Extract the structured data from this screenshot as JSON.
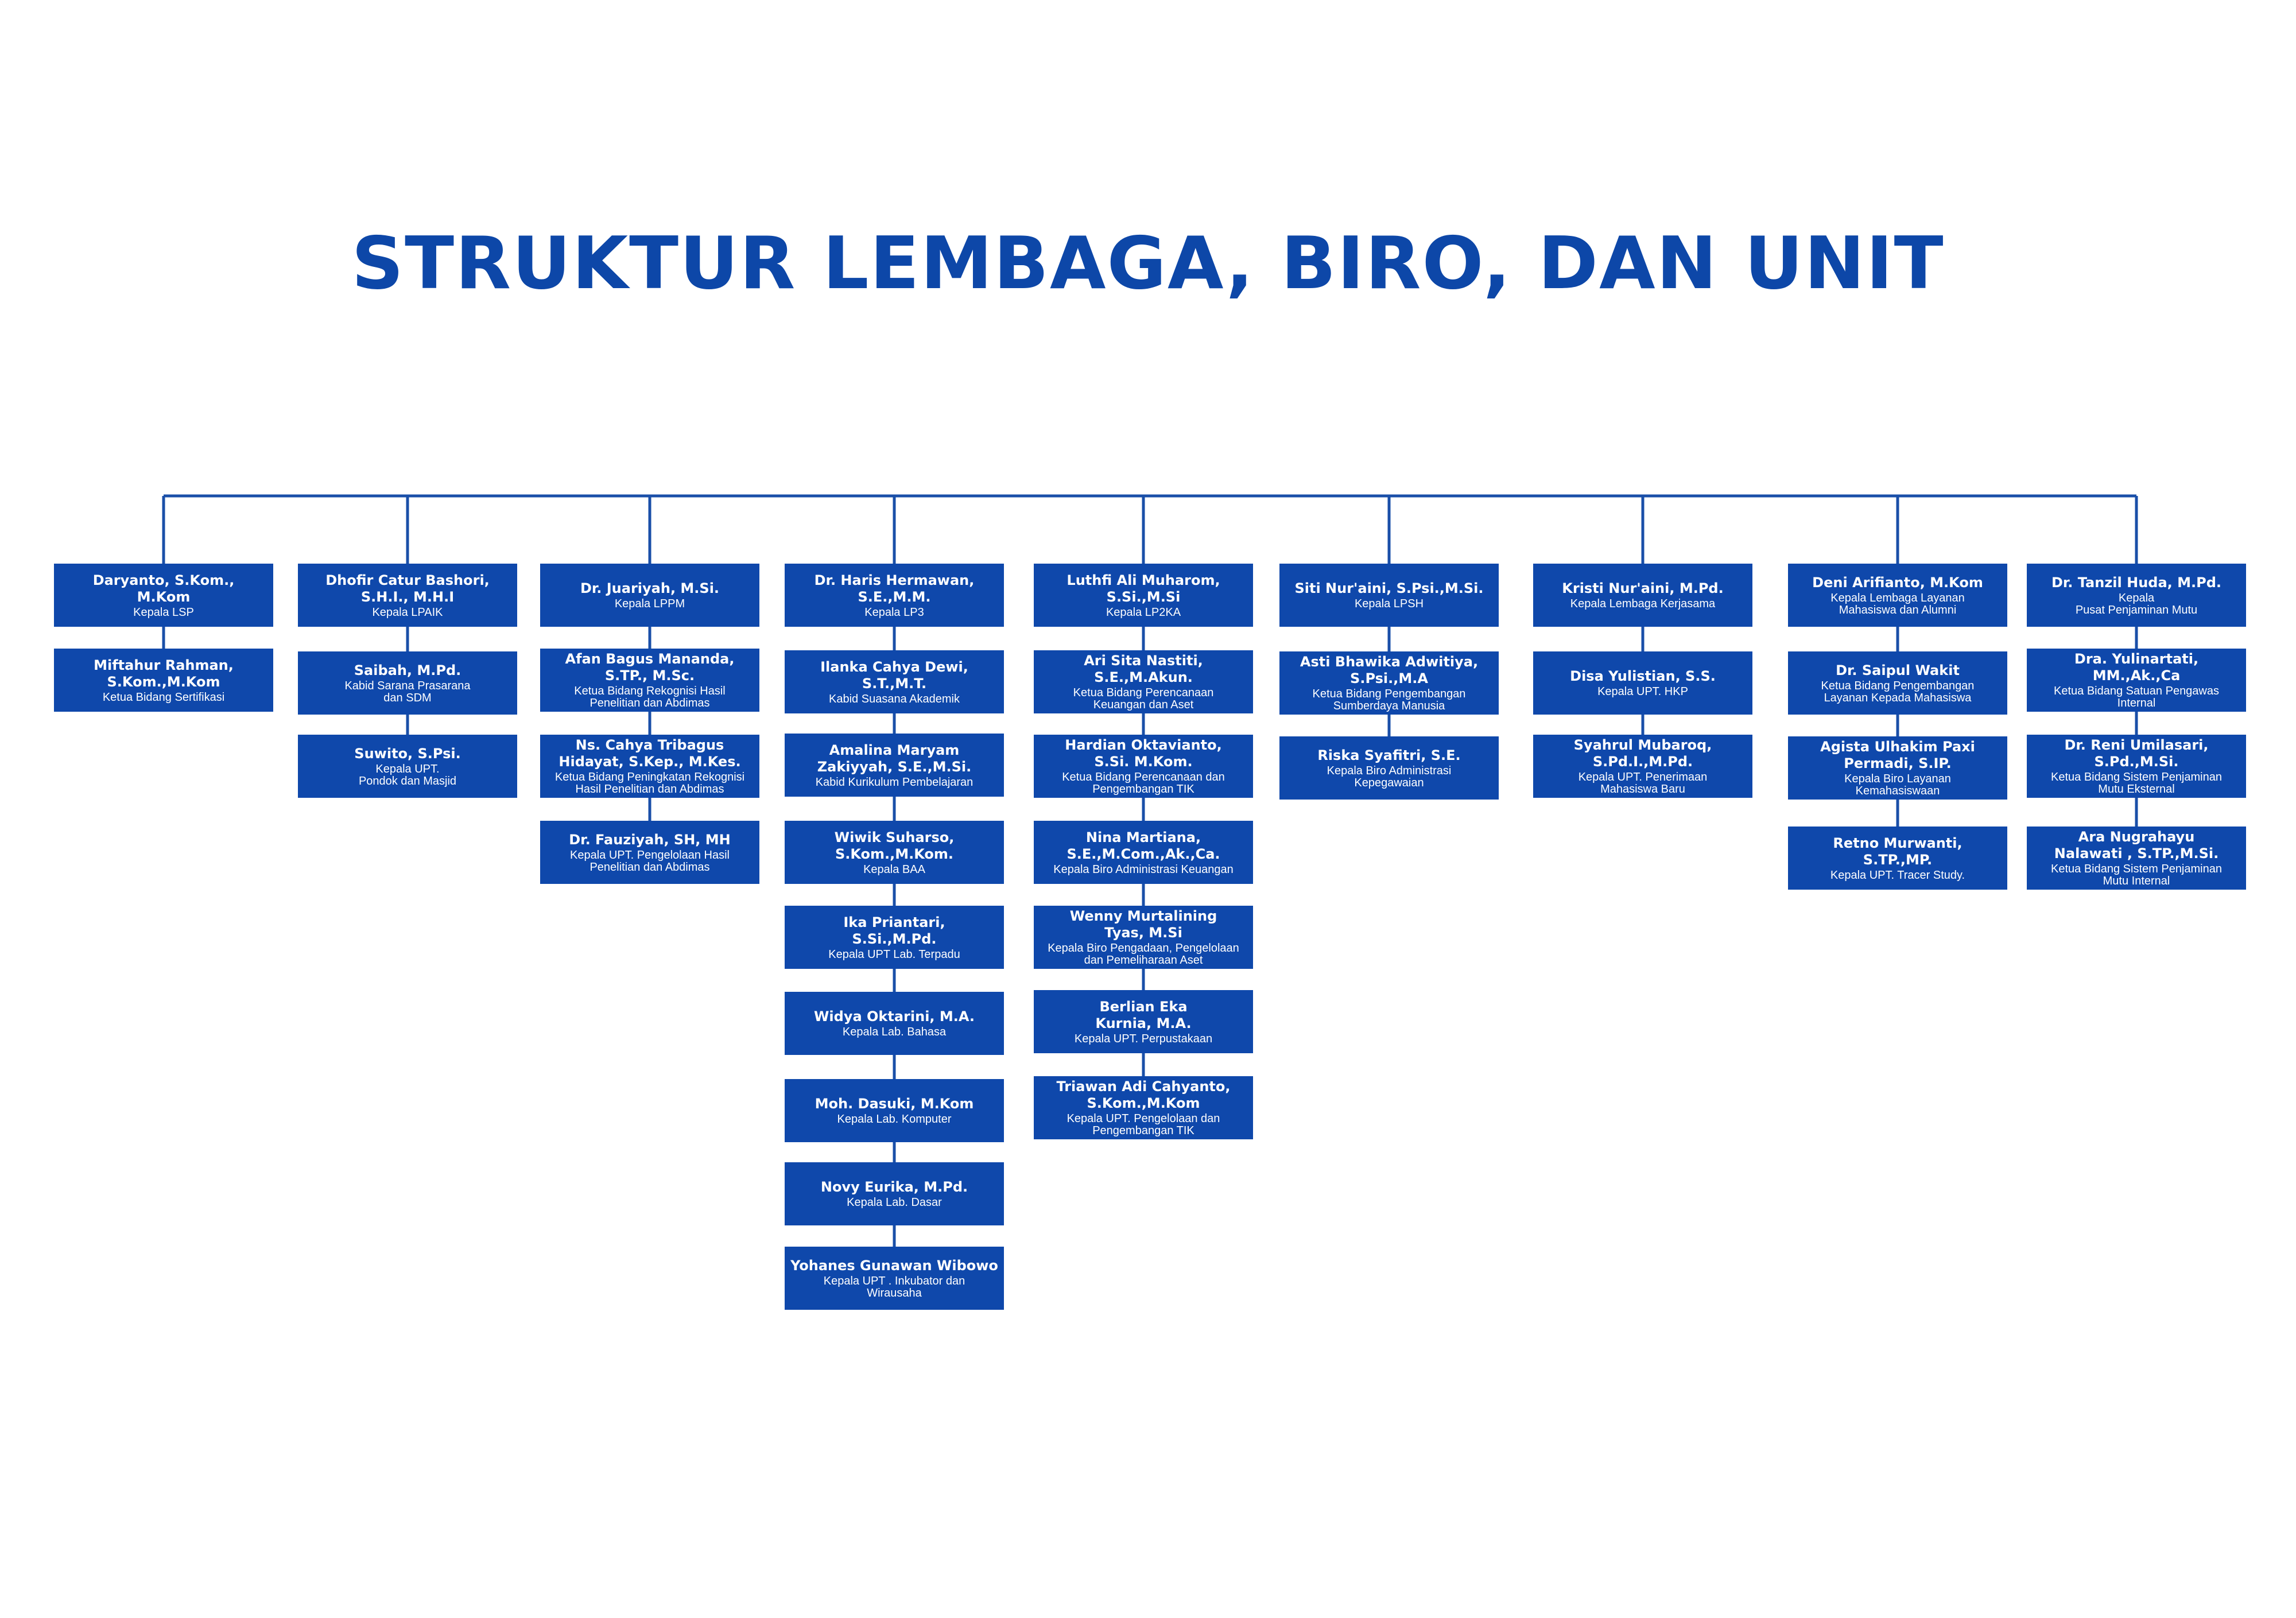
{
  "title": "STRUKTUR LEMBAGA, BIRO, DAN UNIT",
  "colors": {
    "box": "#0f48ab",
    "line": "#1a4fa8",
    "title": "#0d47a8"
  },
  "columns": [
    {
      "units": [
        {
          "name": "Daryanto, S.Kom.,\nM.Kom",
          "role": "Kepala LSP"
        },
        {
          "name": "Miftahur Rahman,\nS.Kom.,M.Kom",
          "role": "Ketua Bidang Sertifikasi"
        }
      ]
    },
    {
      "units": [
        {
          "name": "Dhofir Catur Bashori,\nS.H.I., M.H.I",
          "role": "Kepala LPAIK"
        },
        {
          "name": "Saibah, M.Pd.",
          "role": "Kabid Sarana Prasarana\ndan SDM"
        },
        {
          "name": "Suwito, S.Psi.",
          "role": "Kepala UPT.\nPondok dan Masjid"
        }
      ]
    },
    {
      "units": [
        {
          "name": "Dr. Juariyah, M.Si.",
          "role": "Kepala LPPM"
        },
        {
          "name": "Afan Bagus Mananda,\nS.TP., M.Sc.",
          "role": "Ketua Bidang Rekognisi Hasil\nPenelitian dan Abdimas"
        },
        {
          "name": "Ns. Cahya Tribagus\nHidayat, S.Kep., M.Kes.",
          "role": "Ketua Bidang Peningkatan Rekognisi\nHasil Penelitian dan Abdimas"
        },
        {
          "name": "Dr. Fauziyah, SH, MH",
          "role": "Kepala UPT. Pengelolaan Hasil\nPenelitian dan Abdimas"
        }
      ]
    },
    {
      "units": [
        {
          "name": "Dr. Haris Hermawan,\nS.E.,M.M.",
          "role": "Kepala LP3"
        },
        {
          "name": "Ilanka Cahya Dewi,\nS.T.,M.T.",
          "role": "Kabid Suasana Akademik"
        },
        {
          "name": "Amalina Maryam\nZakiyyah, S.E.,M.Si.",
          "role": "Kabid Kurikulum Pembelajaran"
        },
        {
          "name": "Wiwik Suharso,\nS.Kom.,M.Kom.",
          "role": "Kepala BAA"
        },
        {
          "name": "Ika Priantari,\nS.Si.,M.Pd.",
          "role": "Kepala UPT Lab. Terpadu"
        },
        {
          "name": "Widya Oktarini, M.A.",
          "role": "Kepala Lab. Bahasa"
        },
        {
          "name": "Moh. Dasuki, M.Kom",
          "role": "Kepala Lab. Komputer"
        },
        {
          "name": "Novy Eurika, M.Pd.",
          "role": "Kepala Lab. Dasar"
        },
        {
          "name": "Yohanes Gunawan Wibowo",
          "role": "Kepala UPT . Inkubator dan\nWirausaha"
        }
      ]
    },
    {
      "units": [
        {
          "name": "Luthfi Ali Muharom,\nS.Si.,M.Si",
          "role": "Kepala LP2KA"
        },
        {
          "name": "Ari Sita Nastiti,\nS.E.,M.Akun.",
          "role": "Ketua Bidang Perencanaan\nKeuangan dan Aset"
        },
        {
          "name": "Hardian Oktavianto,\nS.Si. M.Kom.",
          "role": "Ketua Bidang Perencanaan dan\nPengembangan TIK"
        },
        {
          "name": "Nina Martiana,\nS.E.,M.Com.,Ak.,Ca.",
          "role": "Kepala Biro Administrasi Keuangan"
        },
        {
          "name": "Wenny Murtalining\nTyas, M.Si",
          "role": "Kepala Biro Pengadaan, Pengelolaan\ndan Pemeliharaan Aset"
        },
        {
          "name": "Berlian Eka\nKurnia, M.A.",
          "role": "Kepala UPT. Perpustakaan"
        },
        {
          "name": "Triawan Adi Cahyanto,\nS.Kom.,M.Kom",
          "role": "Kepala UPT. Pengelolaan dan\nPengembangan TIK"
        }
      ]
    },
    {
      "units": [
        {
          "name": "Siti Nur'aini, S.Psi.,M.Si.",
          "role": "Kepala LPSH"
        },
        {
          "name": "Asti Bhawika Adwitiya,\nS.Psi.,M.A",
          "role": "Ketua Bidang Pengembangan\nSumberdaya Manusia"
        },
        {
          "name": "Riska Syafitri, S.E.",
          "role": "Kepala Biro Administrasi\nKepegawaian"
        }
      ]
    },
    {
      "units": [
        {
          "name": "Kristi Nur'aini, M.Pd.",
          "role": "Kepala Lembaga Kerjasama"
        },
        {
          "name": "Disa Yulistian, S.S.",
          "role": "Kepala UPT. HKP"
        },
        {
          "name": "Syahrul Mubaroq,\nS.Pd.I.,M.Pd.",
          "role": "Kepala UPT. Penerimaan\nMahasiswa Baru"
        }
      ]
    },
    {
      "units": [
        {
          "name": "Deni Arifianto, M.Kom",
          "role": "Kepala Lembaga Layanan\nMahasiswa dan Alumni"
        },
        {
          "name": "Dr. Saipul Wakit",
          "role": "Ketua Bidang Pengembangan\nLayanan Kepada Mahasiswa"
        },
        {
          "name": "Agista Ulhakim Paxi\nPermadi, S.IP.",
          "role": "Kepala Biro Layanan\nKemahasiswaan"
        },
        {
          "name": "Retno Murwanti,\nS.TP.,MP.",
          "role": "Kepala UPT. Tracer Study."
        }
      ]
    },
    {
      "units": [
        {
          "name": "Dr. Tanzil Huda, M.Pd.",
          "role": "Kepala\nPusat Penjaminan Mutu"
        },
        {
          "name": "Dra. Yulinartati,\nMM.,Ak.,Ca",
          "role": "Ketua Bidang Satuan Pengawas\nInternal"
        },
        {
          "name": "Dr. Reni Umilasari,\nS.Pd.,M.Si.",
          "role": "Ketua Bidang Sistem Penjaminan\nMutu Eksternal"
        },
        {
          "name": "Ara Nugrahayu\nNalawati , S.TP.,M.Si.",
          "role": "Ketua Bidang Sistem Penjaminan\nMutu Internal"
        }
      ]
    }
  ]
}
